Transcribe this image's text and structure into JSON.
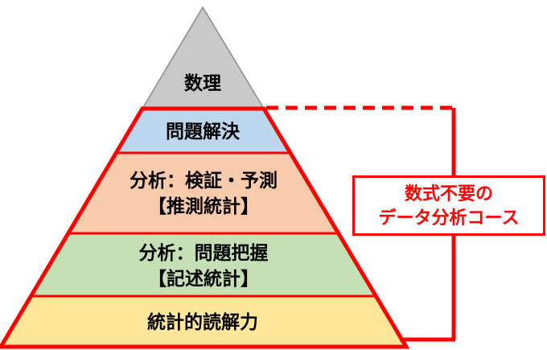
{
  "colors": {
    "accent": "#ff0000",
    "text": "#000000",
    "gray_stroke": "#8c8c8c"
  },
  "pyramid": {
    "levels": [
      {
        "id": "math",
        "lines": [
          "数理"
        ],
        "fill": "#c9c9c9"
      },
      {
        "id": "problem-solving",
        "lines": [
          "問題解決"
        ],
        "fill": "#bdd7ee"
      },
      {
        "id": "analysis-inferential",
        "lines": [
          "分析：検証・予測",
          "【推測統計】"
        ],
        "fill": "#f8cbad"
      },
      {
        "id": "analysis-descriptive",
        "lines": [
          "分析：問題把握",
          "【記述統計】"
        ],
        "fill": "#c5e0b4"
      },
      {
        "id": "statistical-literacy",
        "lines": [
          "統計的読解力"
        ],
        "fill": "#ffe699"
      }
    ]
  },
  "callout": {
    "lines": [
      "数式不要の",
      "データ分析コース"
    ]
  }
}
